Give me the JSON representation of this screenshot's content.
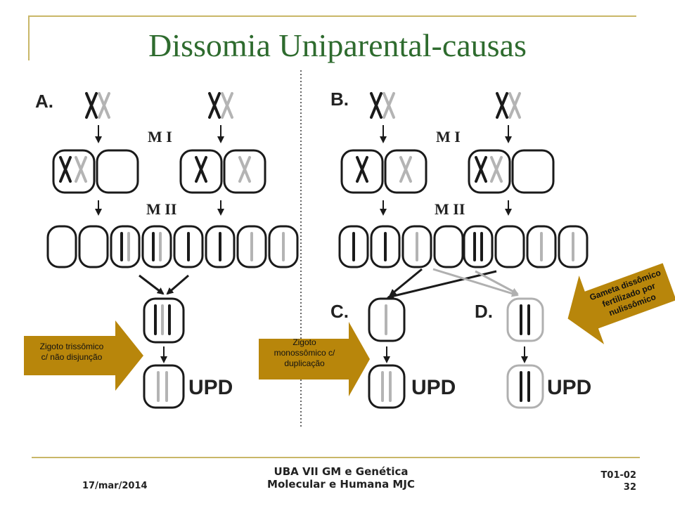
{
  "title": "Dissomia Uniparental-causas",
  "diagram": {
    "panel_a": "A.",
    "panel_b": "B.",
    "panel_c": "C.",
    "panel_d": "D.",
    "meiosis_1": "M I",
    "meiosis_2": "M II",
    "upd": "UPD"
  },
  "callouts": {
    "trisomic": [
      "Zigoto trissômico",
      "c/ não disjunção"
    ],
    "monosomic": [
      "Zigoto",
      "monossômico c/",
      "duplicação"
    ],
    "disomic": [
      "Gameta dissômico",
      "fertilizado por",
      "nulissômico"
    ]
  },
  "footer": {
    "course": [
      "UBA VII GM e Genética",
      "Molecular e Humana MJC"
    ],
    "date": "17/mar/2014",
    "code": [
      "T01-02",
      "32"
    ]
  },
  "colors": {
    "title": "#2e6b2e",
    "callout_fill": "#b8860b",
    "frame": "#c9b768",
    "chromosome_dark": "#1a1a1a",
    "chromosome_light": "#b4b4b4",
    "arrow_light": "#b0b0b0"
  }
}
